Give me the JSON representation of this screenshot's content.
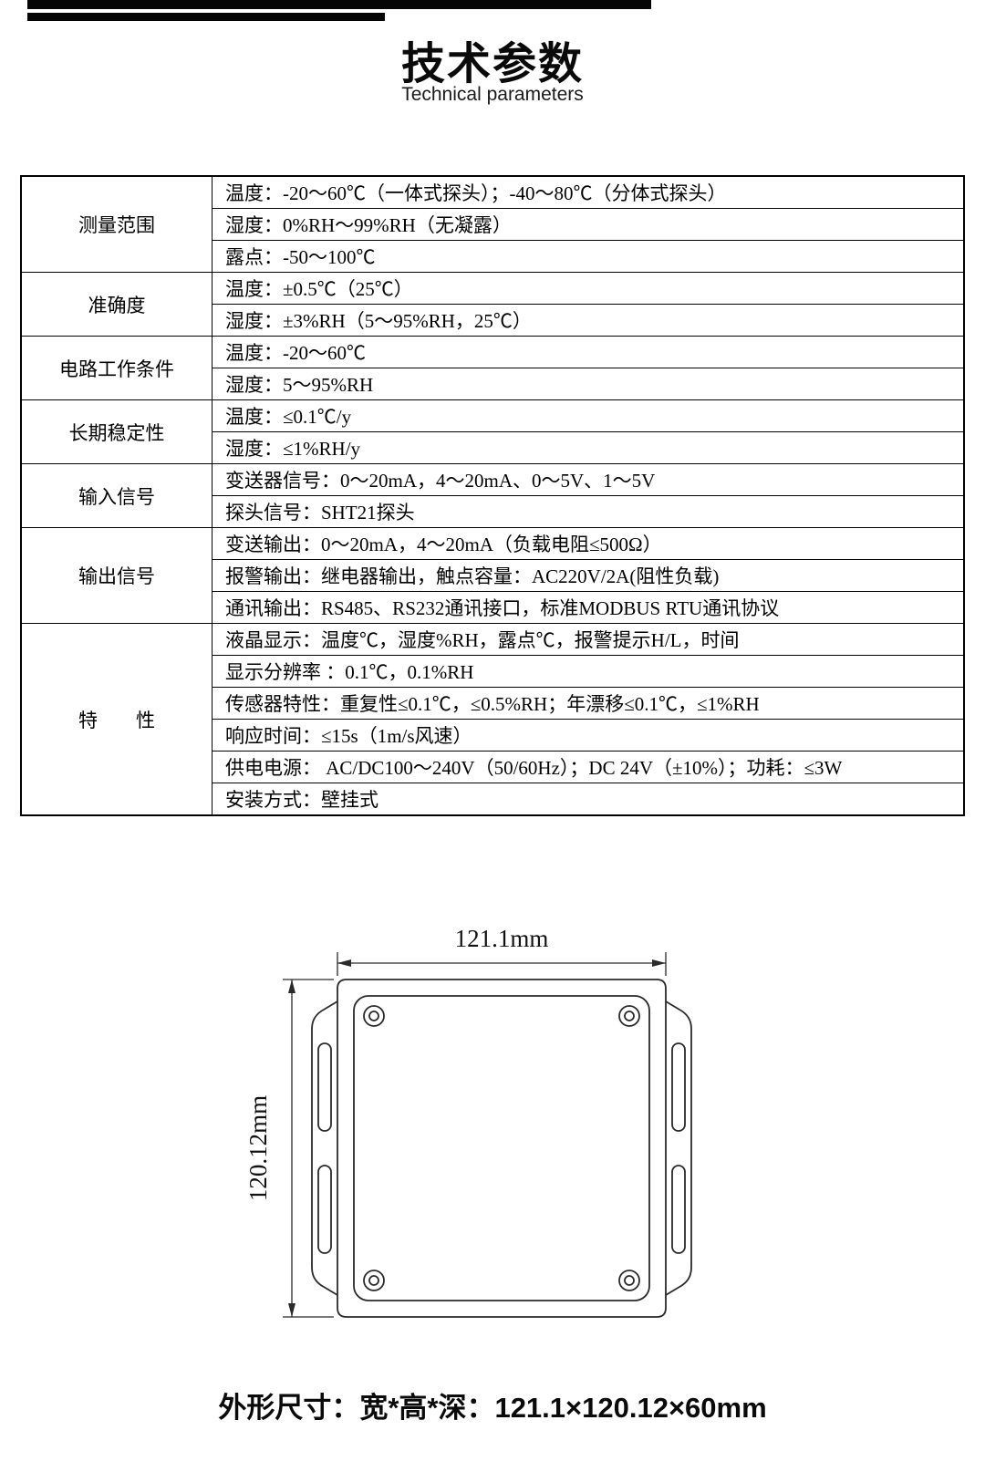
{
  "page": {
    "title": "技术参数",
    "subtitle": "Technical parameters",
    "footer_dimensions": "外形尺寸：宽*高*深：121.1×120.12×60mm"
  },
  "table": {
    "groups": [
      {
        "label": "测量范围",
        "rows": [
          "温度：-20～60℃（一体式探头）；-40～80℃（分体式探头）",
          "湿度：0%RH～99%RH（无凝露）",
          "露点：-50～100℃"
        ]
      },
      {
        "label": "准确度",
        "rows": [
          "温度：±0.5℃（25℃）",
          "湿度：±3%RH（5～95%RH，25℃）"
        ]
      },
      {
        "label": "电路工作条件",
        "rows": [
          "温度：-20～60℃",
          "湿度：5～95%RH"
        ]
      },
      {
        "label": "长期稳定性",
        "rows": [
          "温度：≤0.1℃/y",
          "湿度：≤1%RH/y"
        ]
      },
      {
        "label": "输入信号",
        "rows": [
          "变送器信号：0～20mA，4～20mA、0～5V、1～5V",
          "探头信号：SHT21探头"
        ]
      },
      {
        "label": "输出信号",
        "rows": [
          "变送输出：0～20mA，4～20mA（负载电阻≤500Ω）",
          "报警输出：继电器输出，触点容量：AC220V/2A(阻性负载)",
          "通讯输出：RS485、RS232通讯接口，标准MODBUS RTU通讯协议"
        ]
      },
      {
        "label": "特　　性",
        "rows": [
          "液晶显示：温度℃，湿度%RH，露点℃，报警提示H/L，时间",
          "显示分辨率 ：0.1℃，0.1%RH",
          "传感器特性：重复性≤0.1℃，≤0.5%RH；年漂移≤0.1℃，≤1%RH",
          "响应时间：≤15s（1m/s风速）",
          "供电电源： AC/DC100～240V（50/60Hz）；DC 24V（±10%）；功耗：≤3W",
          "安装方式：壁挂式"
        ]
      }
    ]
  },
  "drawing": {
    "width_label": "121.1mm",
    "height_label": "120.12mm"
  }
}
